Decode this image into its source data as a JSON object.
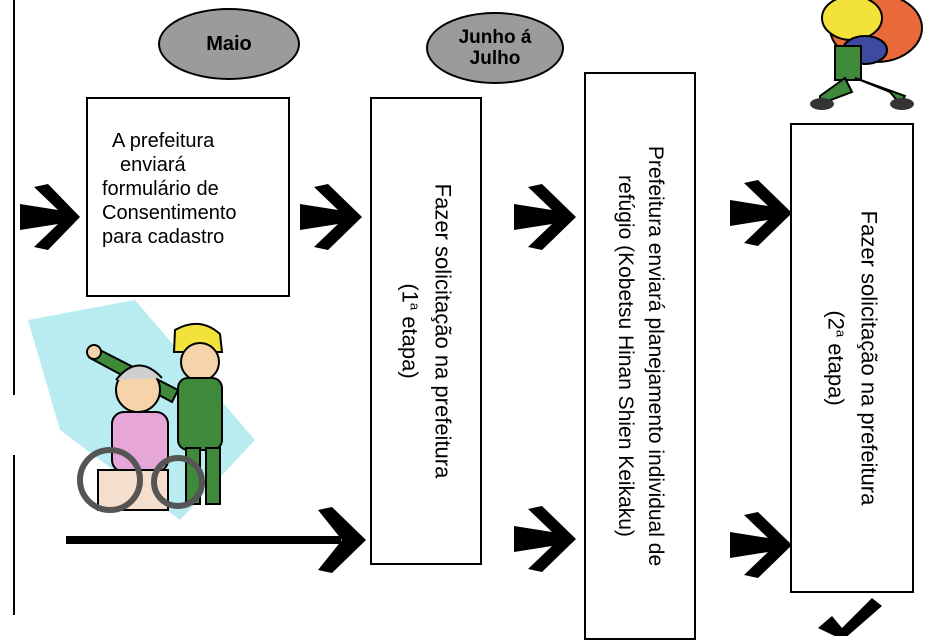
{
  "ovals": {
    "maio": "Maio",
    "junho_line1": "Junho á",
    "junho_line2": "Julho"
  },
  "boxes": {
    "prefeitura_envia": [
      "A prefeitura",
      "enviará",
      "formulário de",
      "Consentimento",
      "para cadastro"
    ],
    "solicitacao_1": {
      "line1": "Fazer solicitação na prefeitura",
      "line2_prefix": "(1",
      "line2_sup": "a",
      "line2_suffix": " etapa)"
    },
    "planejamento": {
      "line1": "Prefeitura enviará planejamento individual de",
      "line2": "refúgio (Kobetsu Hinan Shien Keikaku)"
    },
    "solicitacao_2": {
      "line1": "Fazer solicitação na prefeitura",
      "line2_prefix": "(2",
      "line2_sup": "a",
      "line2_suffix": " etapa)"
    }
  },
  "colors": {
    "oval_fill": "#9b9b9b",
    "stroke": "#000000",
    "helmet": "#f2e23a",
    "uniform": "#3f8a3a",
    "spotlight": "#b8ecf0"
  }
}
